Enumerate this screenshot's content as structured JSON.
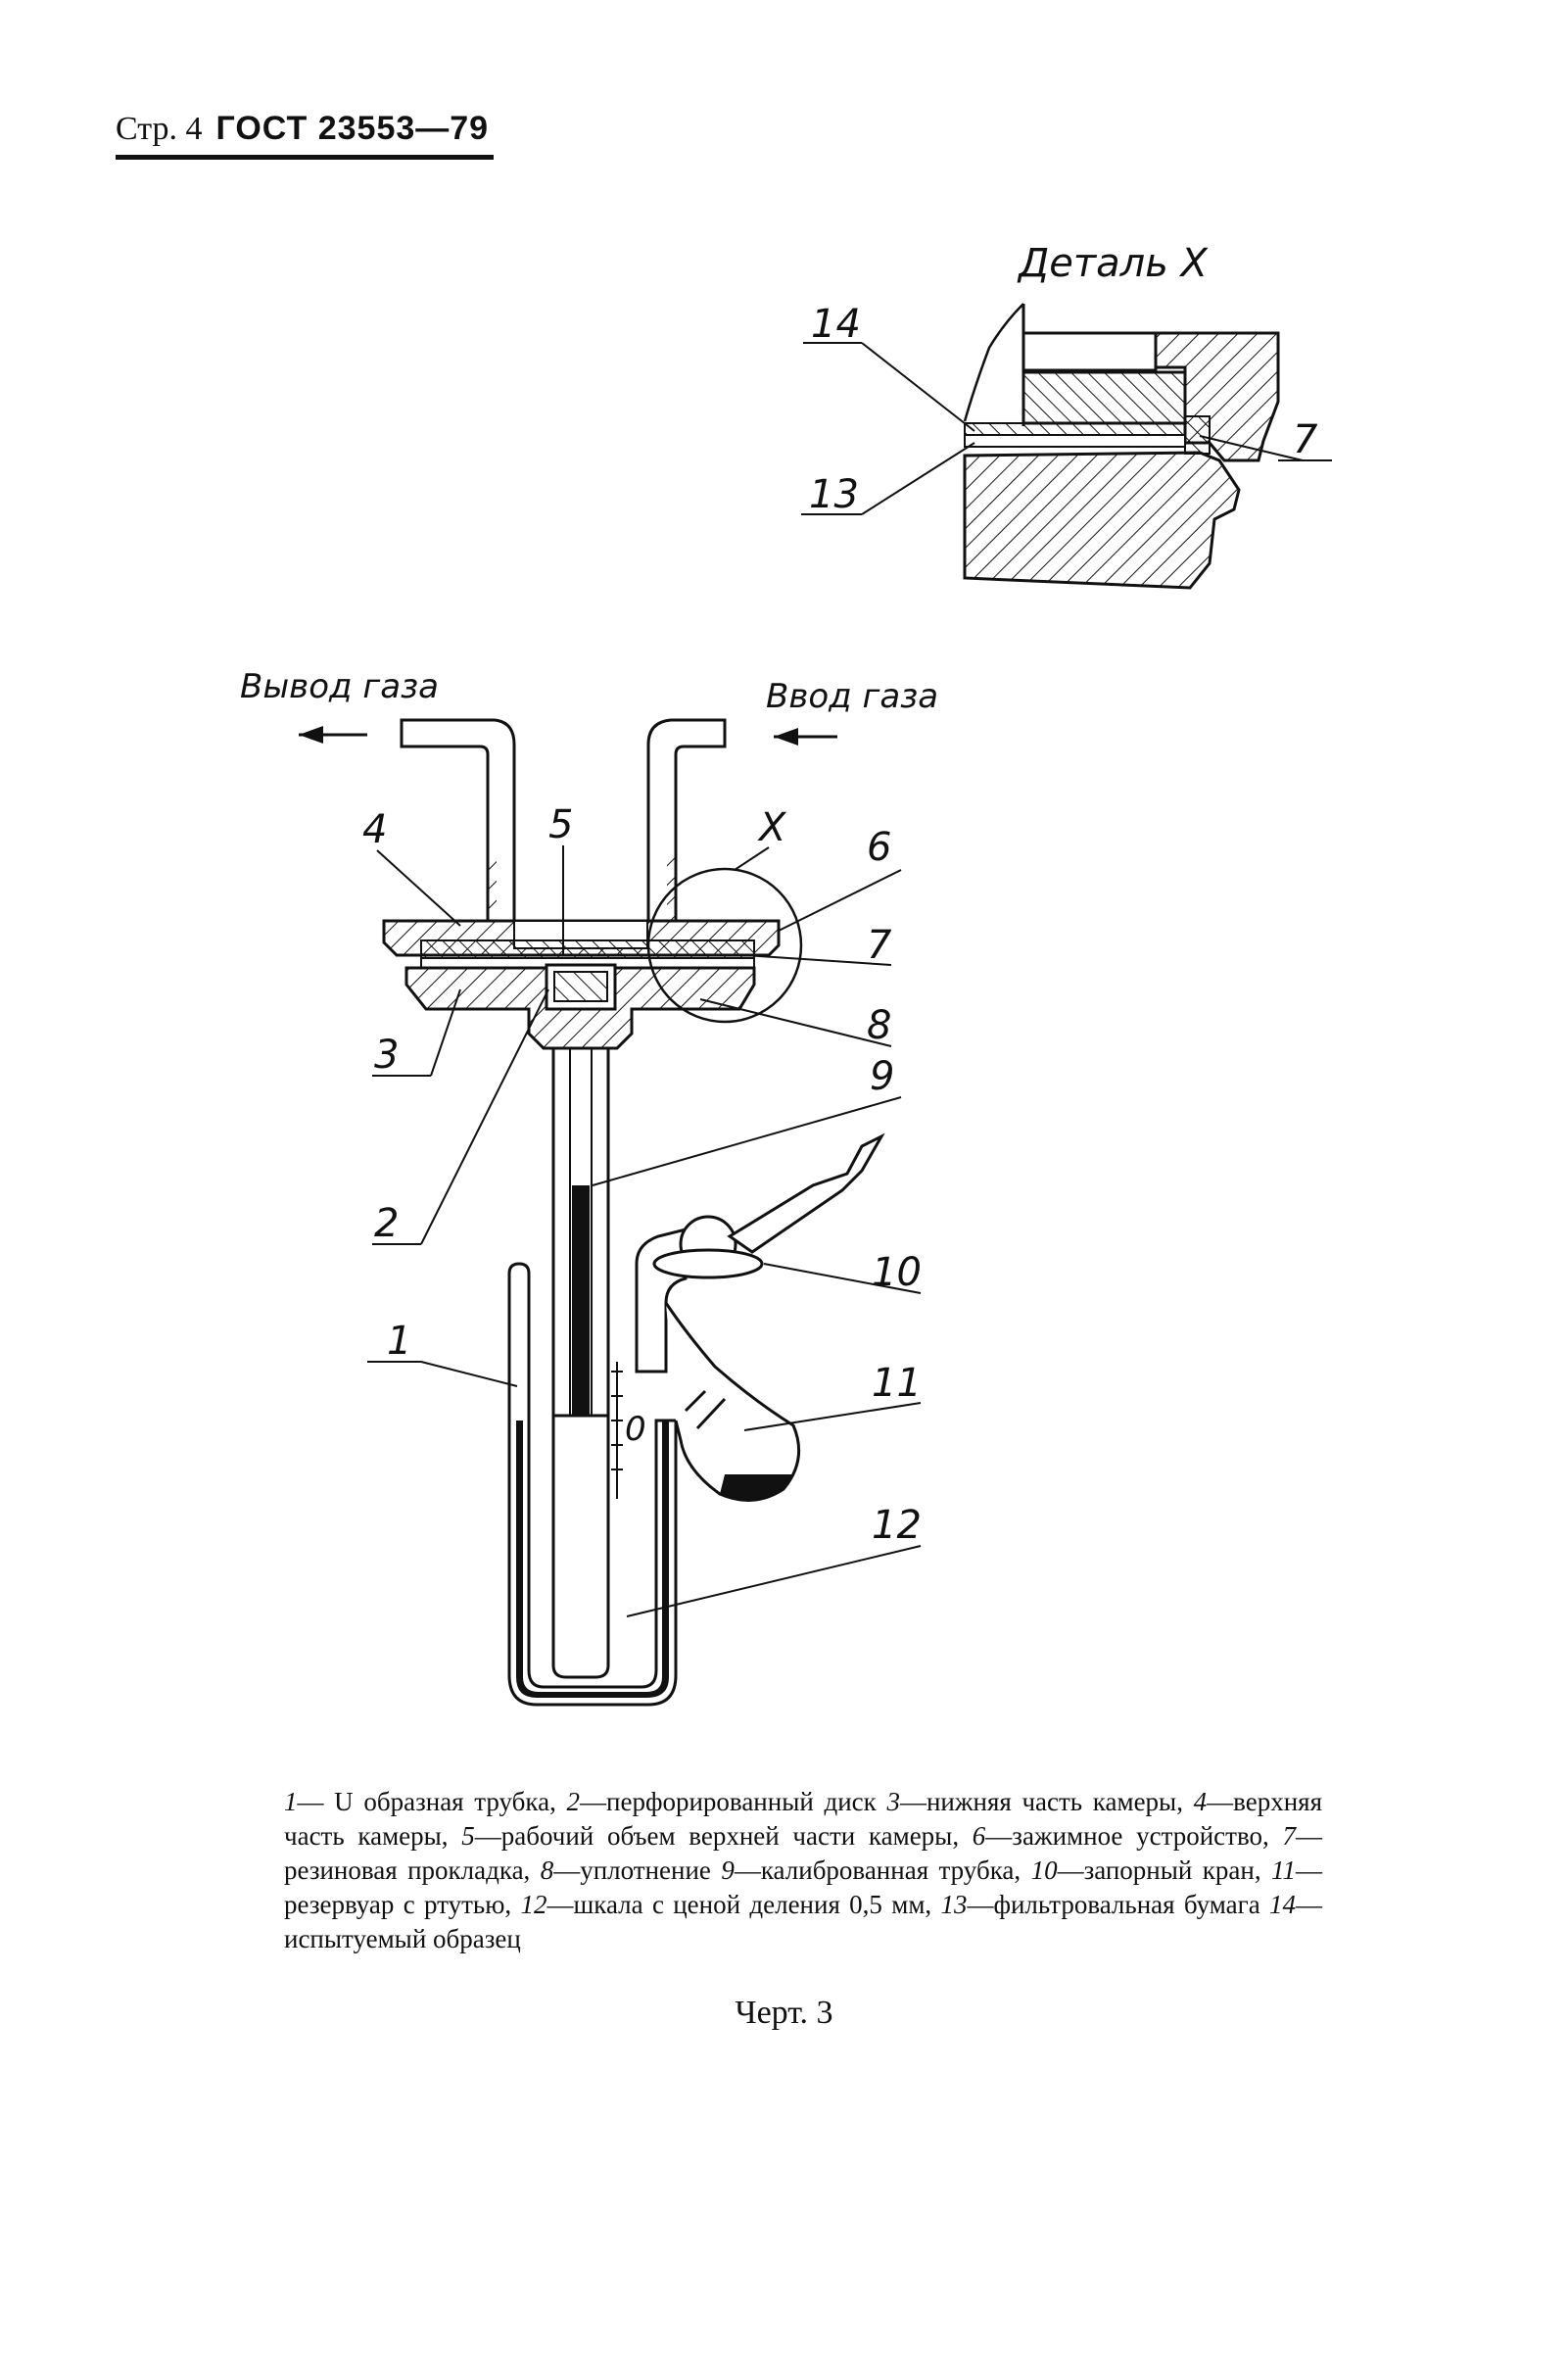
{
  "header": {
    "page": "Стр. 4",
    "standard": "ГОСТ 23553—79"
  },
  "drawing": {
    "detail_title": "Деталь X",
    "gas_out": "Вывод газа",
    "gas_in": "Ввод газа",
    "detail_callout": "X",
    "scale_zero": "0",
    "part_numbers": [
      "1",
      "2",
      "3",
      "4",
      "5",
      "6",
      "7",
      "8",
      "9",
      "10",
      "11",
      "12",
      "13",
      "14"
    ]
  },
  "caption": {
    "items": [
      {
        "num": "1",
        "text": "U образная трубка,"
      },
      {
        "num": "2",
        "text": "—перфорированный диск"
      },
      {
        "num": "3",
        "text": "—нижняя часть камеры,"
      },
      {
        "num": "4",
        "text": "—верхняя часть камеры,"
      },
      {
        "num": "5",
        "text": "—рабочий объем верхней части камеры,"
      },
      {
        "num": "6",
        "text": "—зажимное устройство,"
      },
      {
        "num": "7",
        "text": "—резиновая прокладка,"
      },
      {
        "num": "8",
        "text": "—уплотнение"
      },
      {
        "num": "9",
        "text": "—калиброванная трубка,"
      },
      {
        "num": "10",
        "text": "—запорный кран,"
      },
      {
        "num": "11",
        "text": "—резервуар с ртутью,"
      },
      {
        "num": "12",
        "text": "—шкала с ценой деления 0,5 мм,"
      },
      {
        "num": "13",
        "text": "—фильтровальная бумага"
      },
      {
        "num": "14",
        "text": "—испытуемый образец"
      }
    ]
  },
  "figure_label": "Черт. 3"
}
